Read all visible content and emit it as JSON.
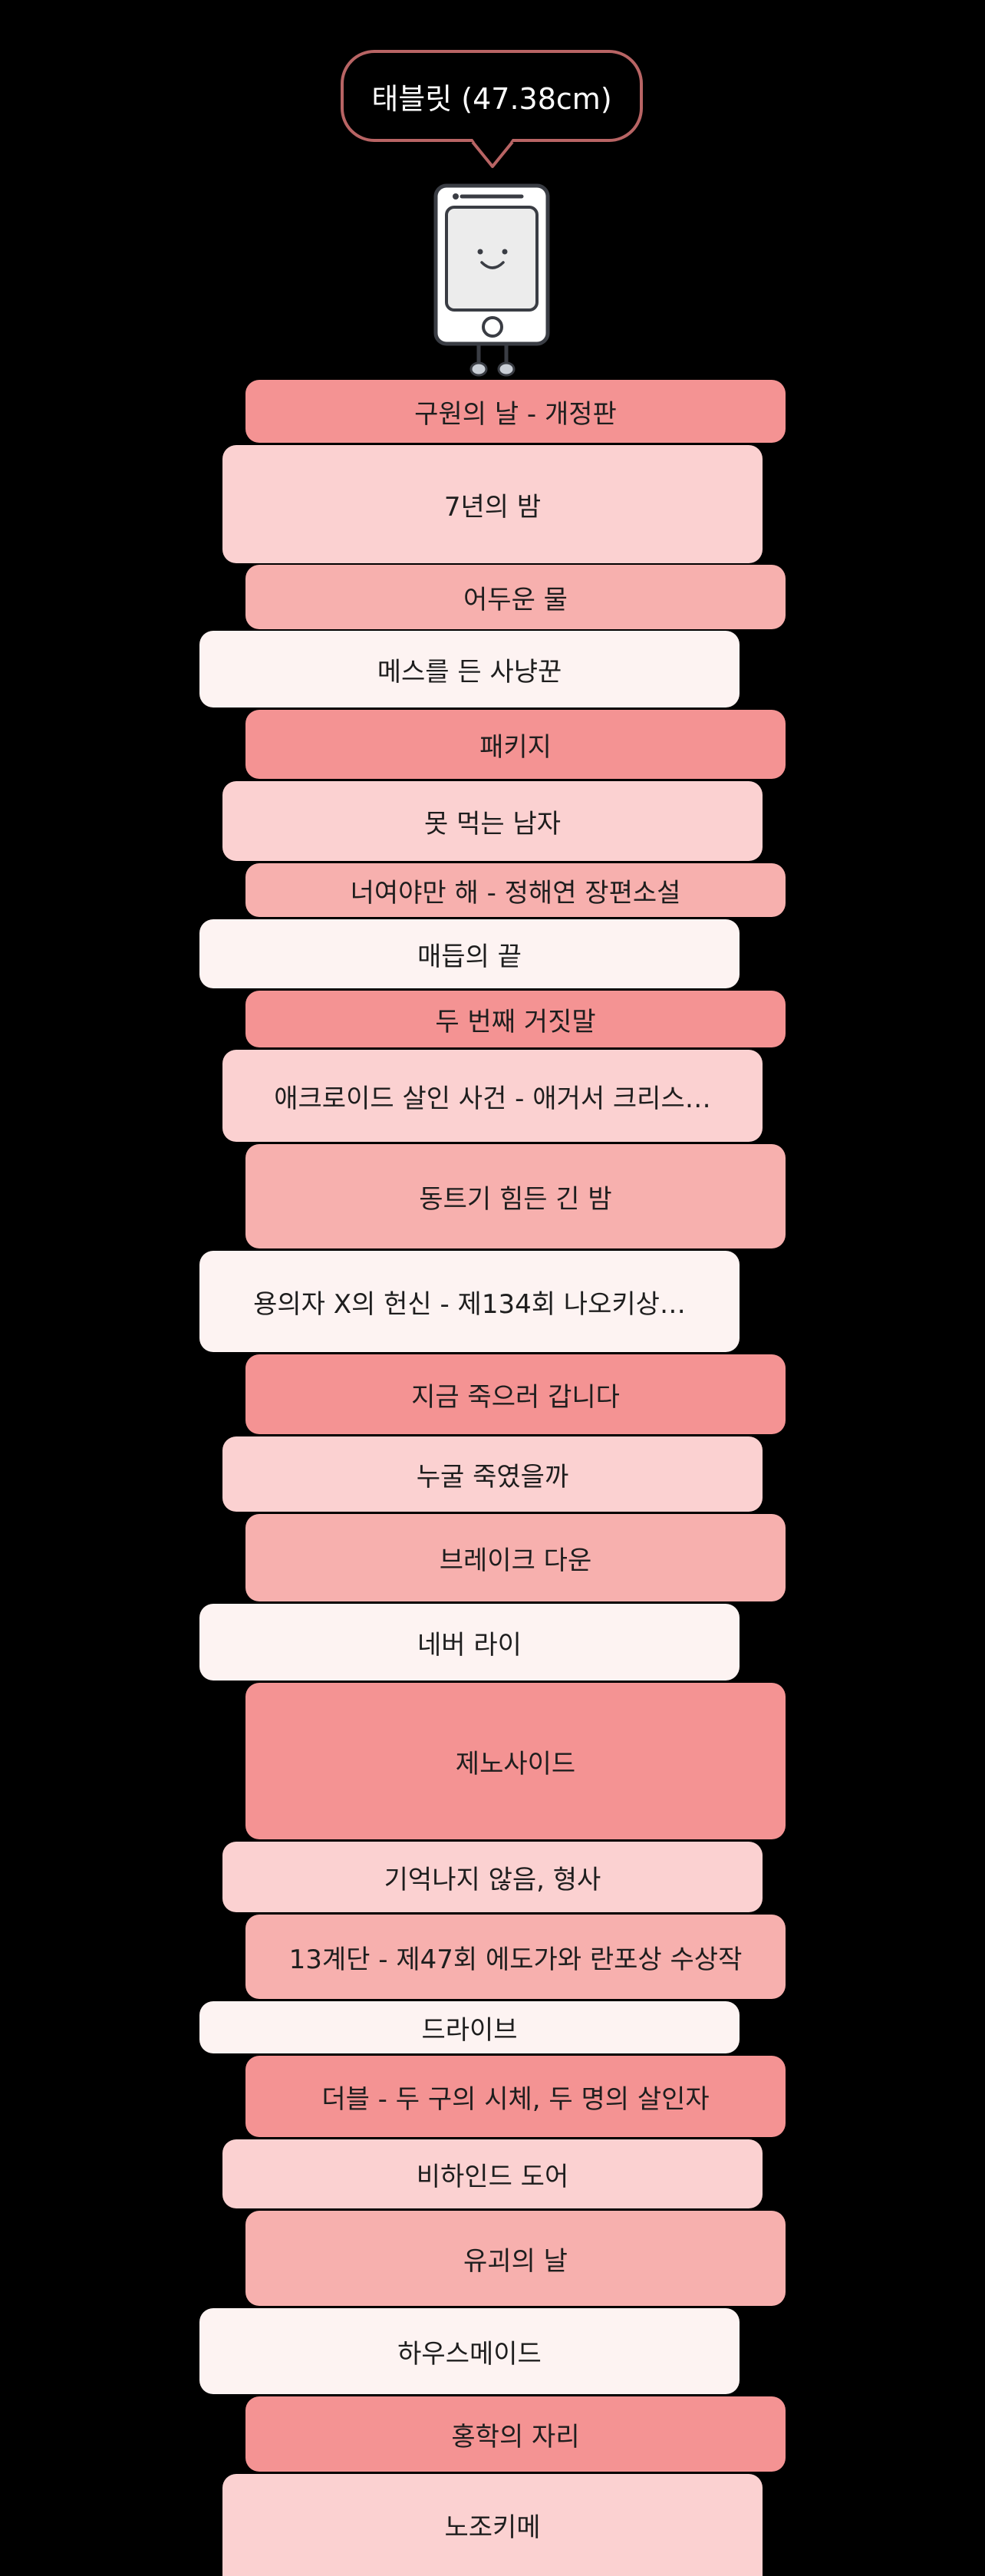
{
  "device_label": "태블릿 (47.38cm)",
  "icons": {
    "device": "smiling-phone-icon"
  },
  "colors": {
    "background": "#000000",
    "bubble_border": "#b86464",
    "shade_1": "#f49393",
    "shade_2": "#fbd1d1",
    "shade_3": "#f7b0ae",
    "shade_4": "#fdf3f2"
  },
  "books": [
    {
      "title": "구원의 날 - 개정판"
    },
    {
      "title": "7년의 밤"
    },
    {
      "title": "어두운 물"
    },
    {
      "title": "메스를 든 사냥꾼"
    },
    {
      "title": "패키지"
    },
    {
      "title": "못 먹는 남자"
    },
    {
      "title": "너여야만 해 - 정해연 장편소설"
    },
    {
      "title": "매듭의 끝"
    },
    {
      "title": "두 번째 거짓말"
    },
    {
      "title": "애크로이드 살인 사건 - 애거서 크리스…"
    },
    {
      "title": "동트기 힘든 긴 밤"
    },
    {
      "title": "용의자 X의 헌신 - 제134회 나오키상…"
    },
    {
      "title": "지금 죽으러 갑니다"
    },
    {
      "title": "누굴 죽였을까"
    },
    {
      "title": "브레이크 다운"
    },
    {
      "title": "네버 라이"
    },
    {
      "title": "제노사이드"
    },
    {
      "title": "기억나지 않음, 형사"
    },
    {
      "title": "13계단 - 제47회 에도가와 란포상 수상작"
    },
    {
      "title": "드라이브"
    },
    {
      "title": "더블 - 두 구의 시체, 두 명의 살인자"
    },
    {
      "title": "비하인드 도어"
    },
    {
      "title": "유괴의 날"
    },
    {
      "title": "하우스메이드"
    },
    {
      "title": "홍학의 자리"
    },
    {
      "title": "노조키메"
    }
  ]
}
